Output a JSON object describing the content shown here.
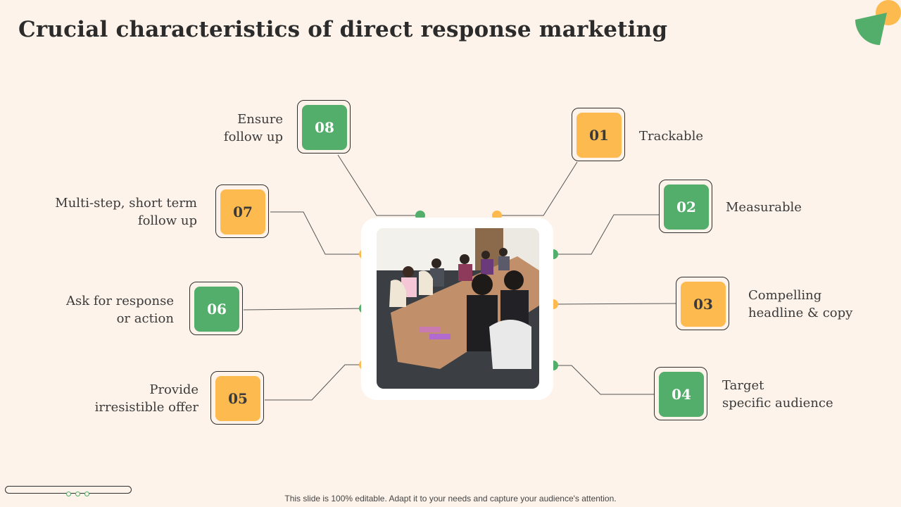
{
  "title": "Crucial characteristics of direct response marketing",
  "colors": {
    "green": "#52ae6a",
    "yellow": "#fdba4f",
    "background": "#fdf3ea"
  },
  "items": [
    {
      "number": "01",
      "lines": [
        "Trackable"
      ],
      "color": "yellow"
    },
    {
      "number": "02",
      "lines": [
        "Measurable"
      ],
      "color": "green"
    },
    {
      "number": "03",
      "lines": [
        "Compelling",
        "headline  & copy"
      ],
      "color": "yellow"
    },
    {
      "number": "04",
      "lines": [
        "Target",
        "specific audience"
      ],
      "color": "green"
    },
    {
      "number": "05",
      "lines": [
        "Provide",
        "irresistible offer"
      ],
      "color": "yellow"
    },
    {
      "number": "06",
      "lines": [
        "Ask for response",
        "or action"
      ],
      "color": "green"
    },
    {
      "number": "07",
      "lines": [
        "Multi-step,  short term",
        "follow up"
      ],
      "color": "yellow"
    },
    {
      "number": "08",
      "lines": [
        "Ensure",
        "follow up"
      ],
      "color": "green"
    }
  ],
  "center_image": {
    "icon": "meeting-photo"
  },
  "footer": "This slide is 100% editable. Adapt it to your needs and capture your audience's attention."
}
